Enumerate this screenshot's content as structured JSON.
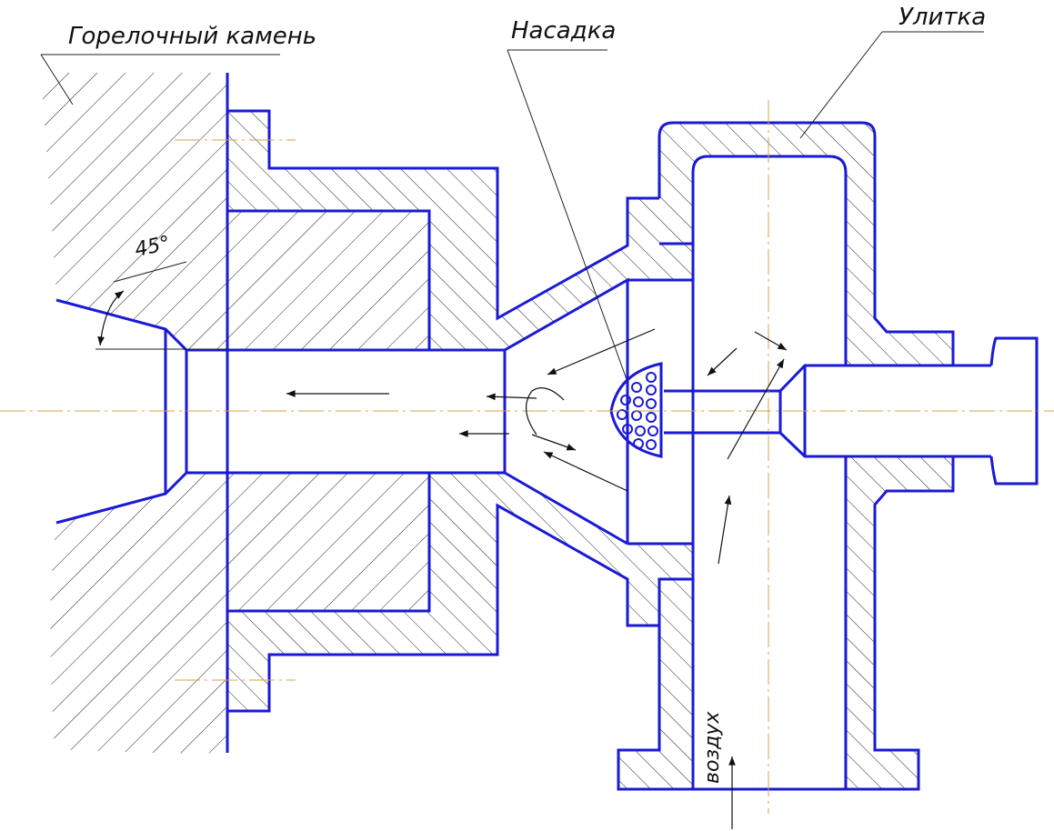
{
  "labels": {
    "burner_stone": "Горелочный камень",
    "nozzle": "Насадка",
    "volute": "Улитка",
    "air": "воздух",
    "angle": "45°"
  },
  "colors": {
    "outline": "#1a1ad6",
    "axis": "#d9a24a",
    "hatch": "#222222"
  }
}
